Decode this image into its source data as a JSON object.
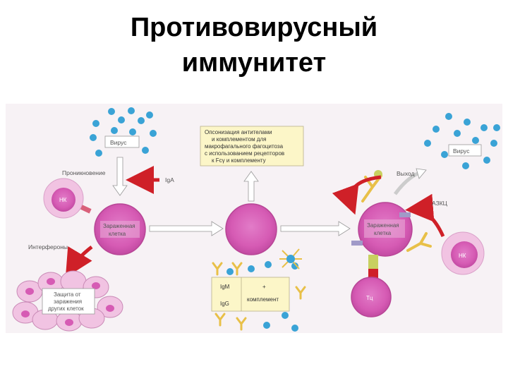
{
  "title": {
    "line1": "Противовирусный",
    "line2": "иммунитет"
  },
  "diagram": {
    "virus_label": "Вирус",
    "penetration_label": "Проникновение",
    "iga_label": "IgA",
    "nk_label": "НК",
    "infected_cell_line1": "Зараженная",
    "infected_cell_line2": "клетка",
    "interferons_label": "Интерфероны",
    "protection_line1": "Защита от",
    "protection_line2": "заражения",
    "protection_line3": "других клеток",
    "opsonization_line1": "Опсонизация антителами",
    "opsonization_line2": "и комплементом для",
    "opsonization_line3": "макрофагального фагоцитоза",
    "opsonization_line4": "с использованием рецепторов",
    "opsonization_line5": "к Fcγ и комплементу",
    "igm_label": "IgM",
    "igg_label": "IgG",
    "plus_label": "+",
    "complement_label": "комплемент",
    "exit_label": "Выход",
    "adcc_label": "АЗКЦ",
    "tc_label": "Тц",
    "virus_label_right": "Вирус",
    "nk_label_right": "НК"
  },
  "colors": {
    "virus_blue": "#3aa3d6",
    "cell_pink": "#d65bb4",
    "cell_light": "#f1c3e2",
    "arrow_red": "#cf2028",
    "box_yellow": "#fcf6c8",
    "antibody_yellow": "#e8c048"
  }
}
